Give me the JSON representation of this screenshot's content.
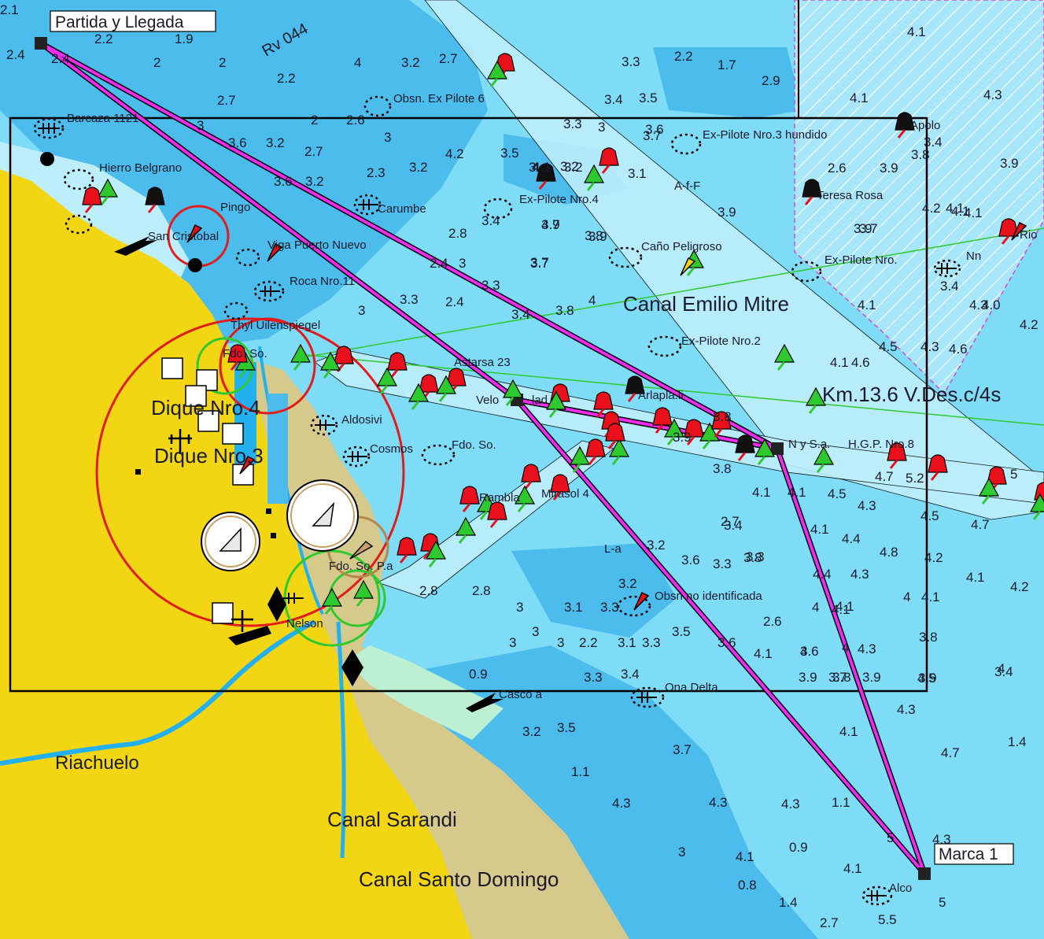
{
  "waypoints": {
    "start": "Partida y Llegada",
    "end": "Marca 1"
  },
  "areas": {
    "canal_emilio_mitre": "Canal Emilio Mitre",
    "dique4": "Dique Nro.4",
    "dique3": "Dique Nro.3",
    "riachuelo": "Riachuelo",
    "canal_sarandi": "Canal Sarandi",
    "canal_santo_domingo": "Canal Santo Domingo",
    "km_label": "Km.13.6 V.Des.c/4s"
  },
  "features": [
    "Barcaza 1121",
    "Hierro Belgrano",
    "Pingo",
    "San Cristobal",
    "Viga Puerto Nuevo",
    "Roca Nro.11",
    "Thyl Uilenspiegel",
    "Fdo. So.",
    "Carumbe",
    "Obsn. Ex Pilote 6",
    "Ex-Pilote Nro.4",
    "Caño Peligroso",
    "Ex-Pilote Nro.3 hundido",
    "Apolo",
    "Teresa Rosa",
    "Ex-Pilote Nro.",
    "Rio",
    "Nn",
    "Ex-Pilote Nro.2",
    "Astarsa 23",
    "Velo",
    "lad",
    "Arlapla.li",
    "Aldosivi",
    "Cosmos",
    "Fdo. So.",
    "Rambla",
    "Mirasol 4",
    "N y S.a.",
    "H.G.P. Nro.8",
    "Fdo. So. P.a",
    "Nelson",
    "Obsn no identificada",
    "Casco a",
    "Ona Delta",
    "Alco",
    "A-f-F",
    "Rv 044",
    "L-a"
  ],
  "depths": [
    "2.1",
    "2.2",
    "1.9",
    "2.4",
    "2.4",
    "2",
    "2",
    "4",
    "3.2",
    "2.7",
    "2.2",
    "2.7",
    "2",
    "2.6",
    "3",
    "3.6",
    "3.2",
    "2.7",
    "3",
    "2.3",
    "3.2",
    "4.2",
    "3.5",
    "3.6",
    "3.2",
    "2.8",
    "2.4",
    "3",
    "3.3",
    "3.3",
    "2.4",
    "3",
    "3.7",
    "3.4",
    "3.8",
    "4",
    "3.3",
    "3.2",
    "3",
    "3.1",
    "3",
    "3.8",
    "3.4",
    "3.9",
    "3.7",
    "4.1",
    "3.2",
    "3.9",
    "4.7",
    "3.9",
    "3.7",
    "3.3",
    "2.2",
    "1.7",
    "2.9",
    "4.1",
    "3.4",
    "3.5",
    "3.6",
    "4.1",
    "4.1",
    "4.3",
    "3.8",
    "2.6",
    "3.9",
    "3.4",
    "3.9",
    "3.9",
    "3.7",
    "4.2",
    "4.1",
    "4.1",
    "3.4",
    "4.3",
    "4.0",
    "4.2",
    "4.1",
    "4.5",
    "4.3",
    "4.6",
    "4.1",
    "4.6",
    "3.8",
    "3.9",
    "3.8",
    "4.1",
    "4.1",
    "4.5",
    "4.3",
    "4.7",
    "5.2",
    "5",
    "4.5",
    "4.7",
    "4.1",
    "4.4",
    "4.8",
    "4.2",
    "4.3",
    "4.4",
    "4",
    "4.1",
    "4",
    "4.1",
    "4",
    "3.7",
    "3.9",
    "3.8",
    "3.6",
    "3.3",
    "3.4",
    "3.2",
    "3.6",
    "3.3",
    "3.8",
    "2.7",
    "2.6",
    "2.8",
    "2.8",
    "3",
    "3.1",
    "3.3",
    "3.2",
    "3.5",
    "3.6",
    "4.1",
    "4",
    "3.9",
    "4",
    "3.9",
    "3.8",
    "4.5",
    "3.4",
    "3.3",
    "3.4",
    "3.1",
    "3.3",
    "3",
    "3",
    "3",
    "2.2",
    "0.9",
    "3.2",
    "3.5",
    "3.7",
    "4.1",
    "4.3",
    "4.7",
    "1.4",
    "1.1",
    "4.3",
    "4.3",
    "4.3",
    "1.1",
    "3",
    "4.1",
    "0.9",
    "0.8",
    "1.4",
    "2.7",
    "5.5",
    "5",
    "5",
    "4.3",
    "4.1",
    "4.1",
    "4.3",
    "4.1",
    "4.2",
    "4.1"
  ]
}
